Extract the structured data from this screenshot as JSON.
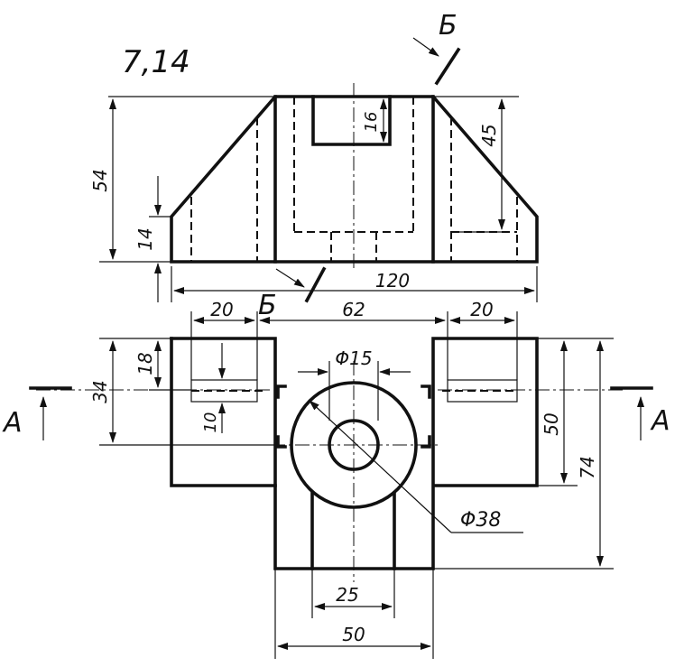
{
  "problem_number": "7,14",
  "section_labels": {
    "b": "Б",
    "a": "А"
  },
  "dimensions": {
    "top": {
      "d54": "54",
      "d14": "14",
      "d16": "16",
      "d45": "45",
      "d120": "120"
    },
    "plan": {
      "d20_left": "20",
      "d62": "62",
      "d20_right": "20",
      "d18": "18",
      "d34": "34",
      "d10": "10",
      "dia15": "Φ15",
      "dia38": "Φ38",
      "d50_right": "50",
      "d74": "74",
      "d25": "25",
      "d50_bottom": "50"
    }
  }
}
